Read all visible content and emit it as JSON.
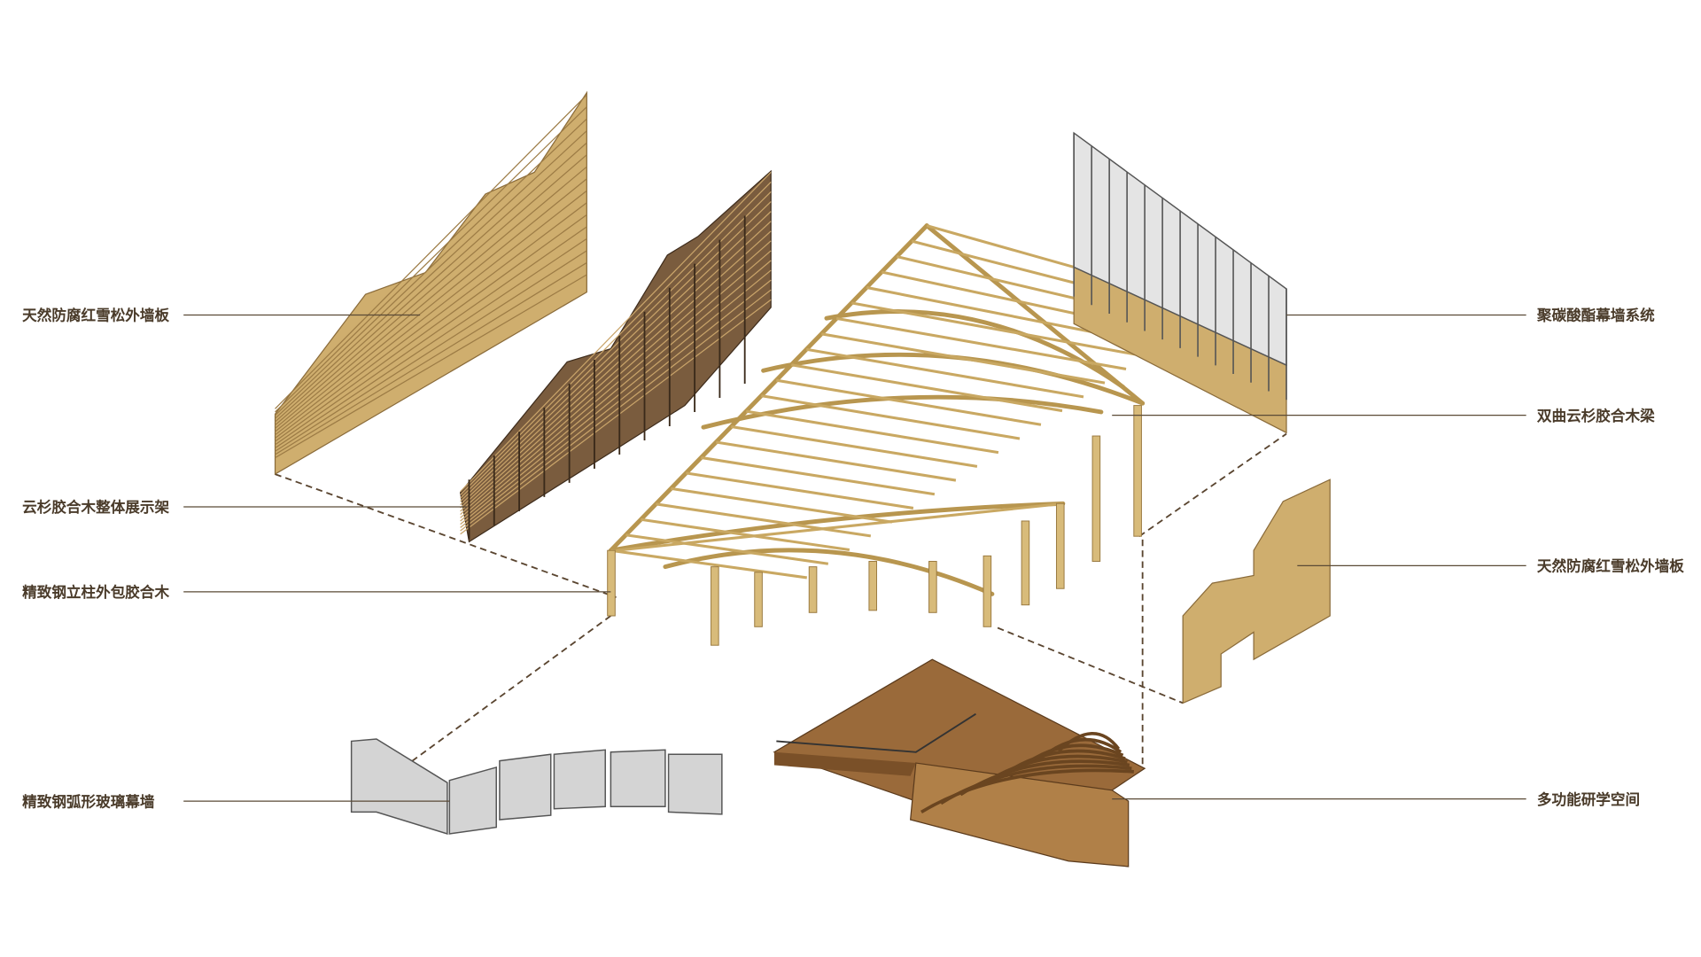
{
  "labels_left": [
    {
      "text": "天然防腐红雪松外墙板"
    },
    {
      "text": "云杉胶合木整体展示架"
    },
    {
      "text": "精致钢立柱外包胶合木"
    },
    {
      "text": "精致钢弧形玻璃幕墙"
    }
  ],
  "labels_right": [
    {
      "text": "聚碳酸酯幕墙系统"
    },
    {
      "text": "双曲云杉胶合木梁"
    },
    {
      "text": "天然防腐红雪松外墙板"
    },
    {
      "text": "多功能研学空间"
    }
  ],
  "colors": {
    "text": "#4a3b2a",
    "wood": "#cfae6e",
    "dark_wood": "#7a5c3e",
    "floor": "#9a6a3a",
    "glass": "#d4d4d4"
  }
}
